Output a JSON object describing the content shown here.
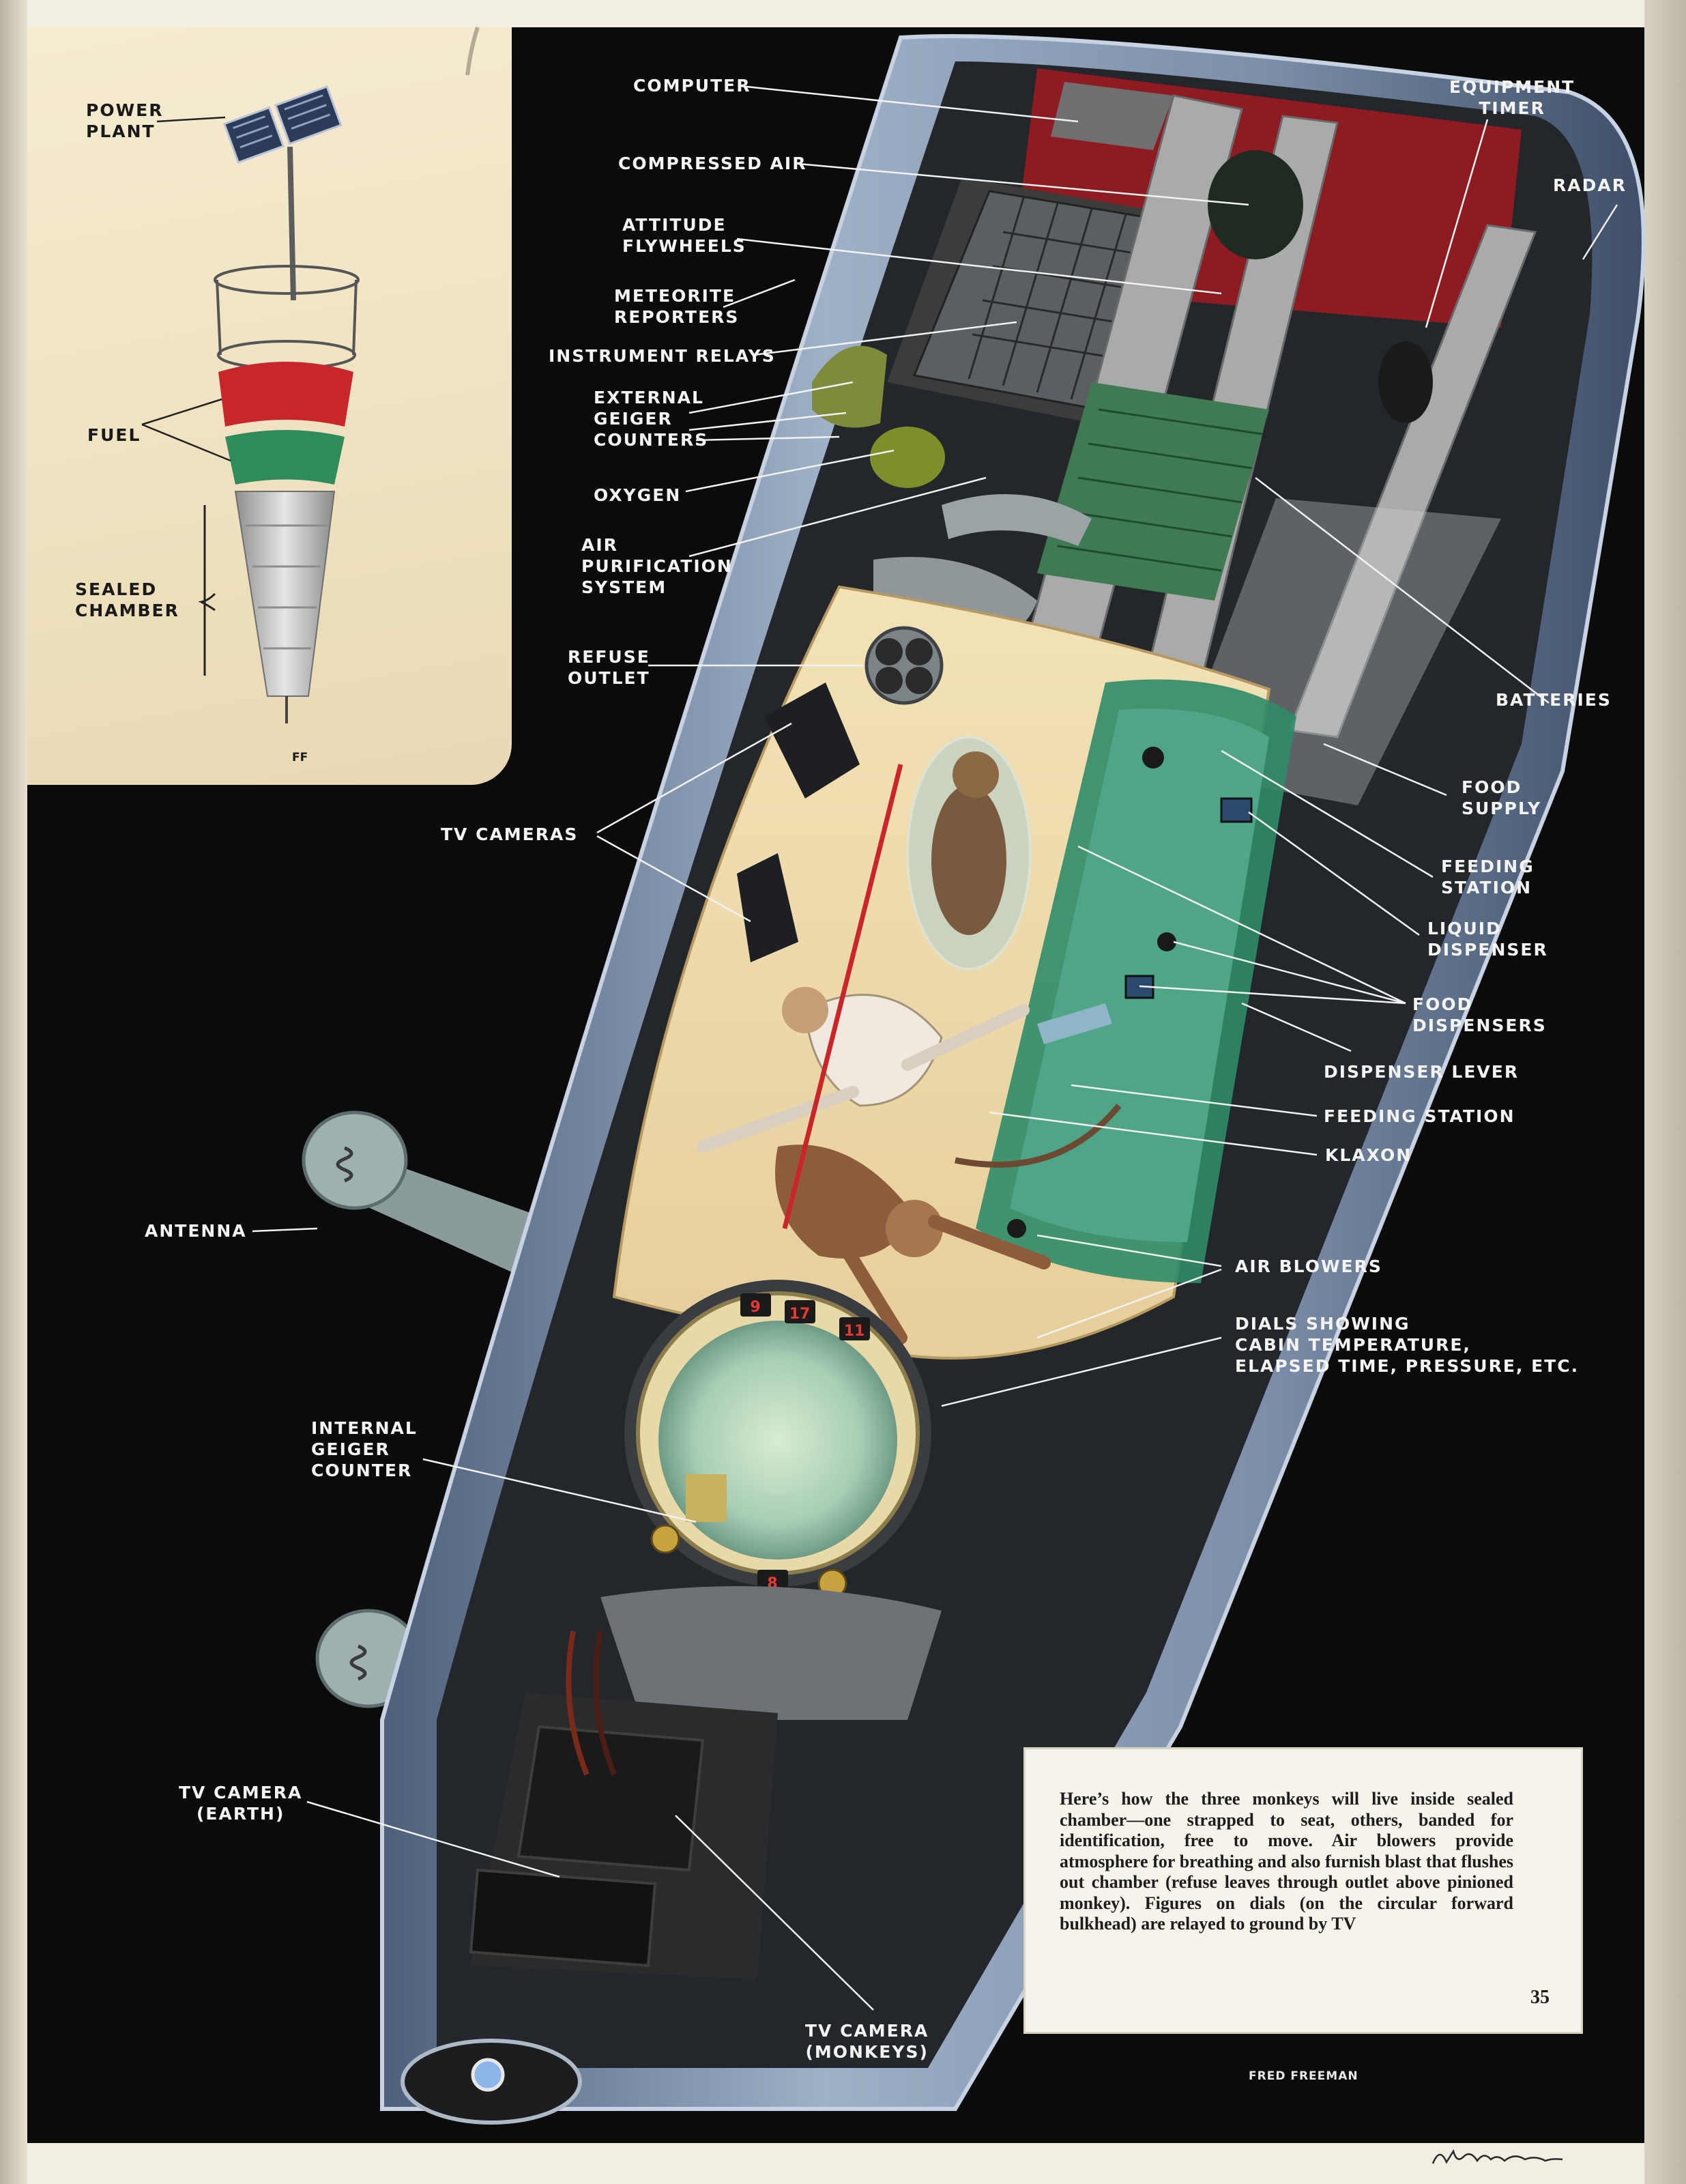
{
  "inset": {
    "power_plant": "POWER\nPLANT",
    "fuel": "FUEL",
    "sealed_chamber": "SEALED\nCHAMBER",
    "initials": "FF"
  },
  "labels": {
    "computer": "COMPUTER",
    "compressed_air": "COMPRESSED AIR",
    "attitude_flywheels": "ATTITUDE\nFLYWHEELS",
    "meteorite_reporters": "METEORITE\nREPORTERS",
    "instrument_relays": "INSTRUMENT RELAYS",
    "external_geiger_counters": "EXTERNAL\nGEIGER\nCOUNTERS",
    "oxygen": "OXYGEN",
    "air_purification_system": "AIR\nPURIFICATION\nSYSTEM",
    "refuse_outlet": "REFUSE\nOUTLET",
    "tv_cameras": "TV CAMERAS",
    "antenna": "ANTENNA",
    "internal_geiger_counter": "INTERNAL\nGEIGER\nCOUNTER",
    "tv_camera_earth": "TV CAMERA\n(EARTH)",
    "tv_camera_monkeys": "TV CAMERA\n(MONKEYS)",
    "equipment_timer": "EQUIPMENT\nTIMER",
    "radar": "RADAR",
    "batteries": "BATTERIES",
    "food_supply": "FOOD\nSUPPLY",
    "feeding_station_upper": "FEEDING\nSTATION",
    "liquid_dispenser": "LIQUID\nDISPENSER",
    "food_dispensers": "FOOD\nDISPENSERS",
    "dispenser_lever": "DISPENSER LEVER",
    "feeding_station_lower": "FEEDING STATION",
    "klaxon": "KLAXON",
    "air_blowers": "AIR BLOWERS",
    "dials": "DIALS SHOWING\nCABIN TEMPERATURE,\nELAPSED TIME, PRESSURE, ETC."
  },
  "dial_numbers": [
    "9",
    "17",
    "11",
    "8"
  ],
  "caption": {
    "text": "Here’s how the three monkeys will live inside sealed chamber—one strapped to seat, others, banded for identification, free to move. Air blowers provide atmosphere for breathing and also furnish blast that flushes out chamber (refuse leaves through outlet above pinioned monkey). Figures on dials (on the circular forward bulkhead) are relayed to ground by TV",
    "page_number": "35"
  },
  "credit": "FRED FREEMAN",
  "signature": "Fred Freeman",
  "colors": {
    "background": "#0b0b0c",
    "hull": "#7f93ad",
    "cabin": "#f0dcaf",
    "fuel_red": "#c9262c",
    "fuel_green": "#2f8a5c"
  }
}
